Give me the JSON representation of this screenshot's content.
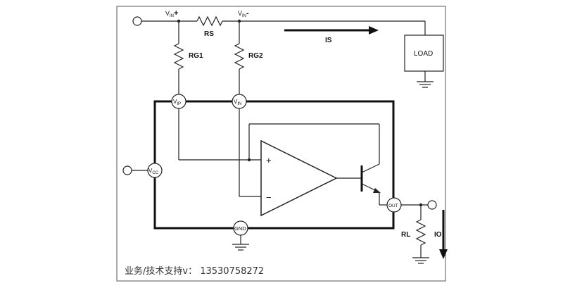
{
  "labels": {
    "vin_plus_main": "V",
    "vin_plus_sub": "IN",
    "vin_plus_sign": "+",
    "vin_minus_main": "V",
    "vin_minus_sub": "IN",
    "vin_minus_sign": "-",
    "rs": "RS",
    "is": "IS",
    "rg1": "RG1",
    "rg2": "RG2",
    "load": "LOAD",
    "vip_main": "V",
    "vip_sub": "IP",
    "vin_pin_main": "V",
    "vin_pin_sub": "IN",
    "vcc_main": "V",
    "vcc_sub": "CC",
    "gnd": "GND",
    "out": "OUT",
    "rl": "RL",
    "io": "IO",
    "opamp_plus": "+",
    "opamp_minus": "−"
  },
  "footer": {
    "text": "业务/技术支持v： 13530758272"
  }
}
